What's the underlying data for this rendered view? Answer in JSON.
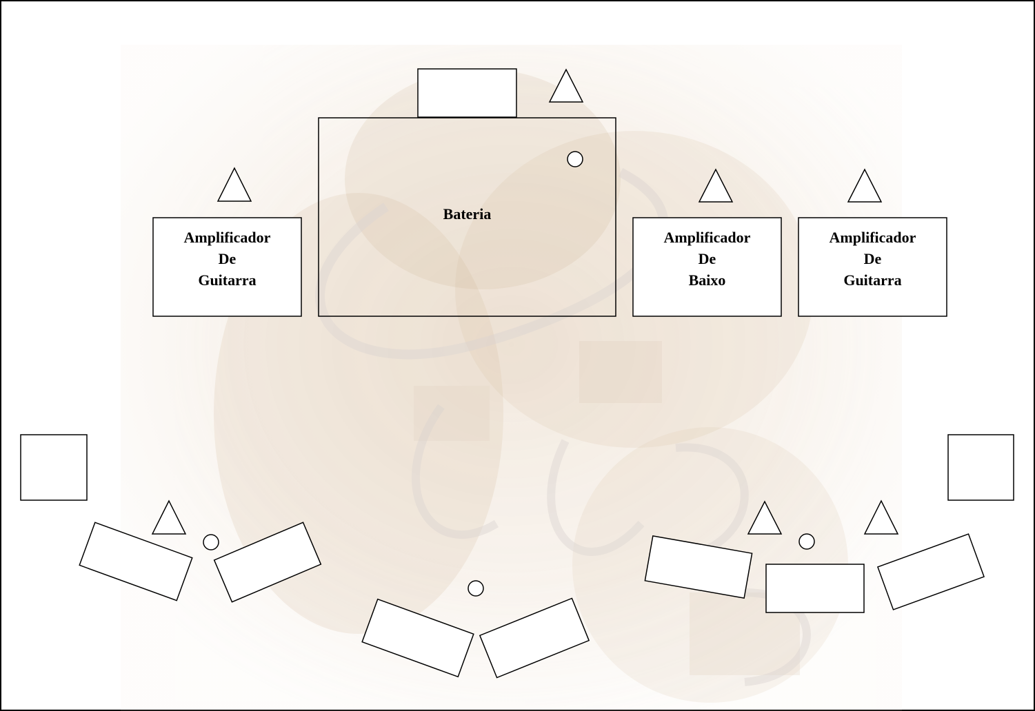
{
  "colors": {
    "outline": "#000000",
    "box_fill": "#ffffff",
    "background_photo_tint": "#c9a782"
  },
  "drums": {
    "label": "Bateria"
  },
  "guitar_amp_left": {
    "line1": "Amplificador",
    "line2": "De",
    "line3": "Guitarra"
  },
  "bass_amp": {
    "line1": "Amplificador",
    "line2": "De",
    "line3": "Baixo"
  },
  "guitar_amp_right": {
    "line1": "Amplificador",
    "line2": "De",
    "line3": "Guitarra"
  },
  "background_watermark": {
    "description_icon": "band-photo-collage-watermark"
  }
}
